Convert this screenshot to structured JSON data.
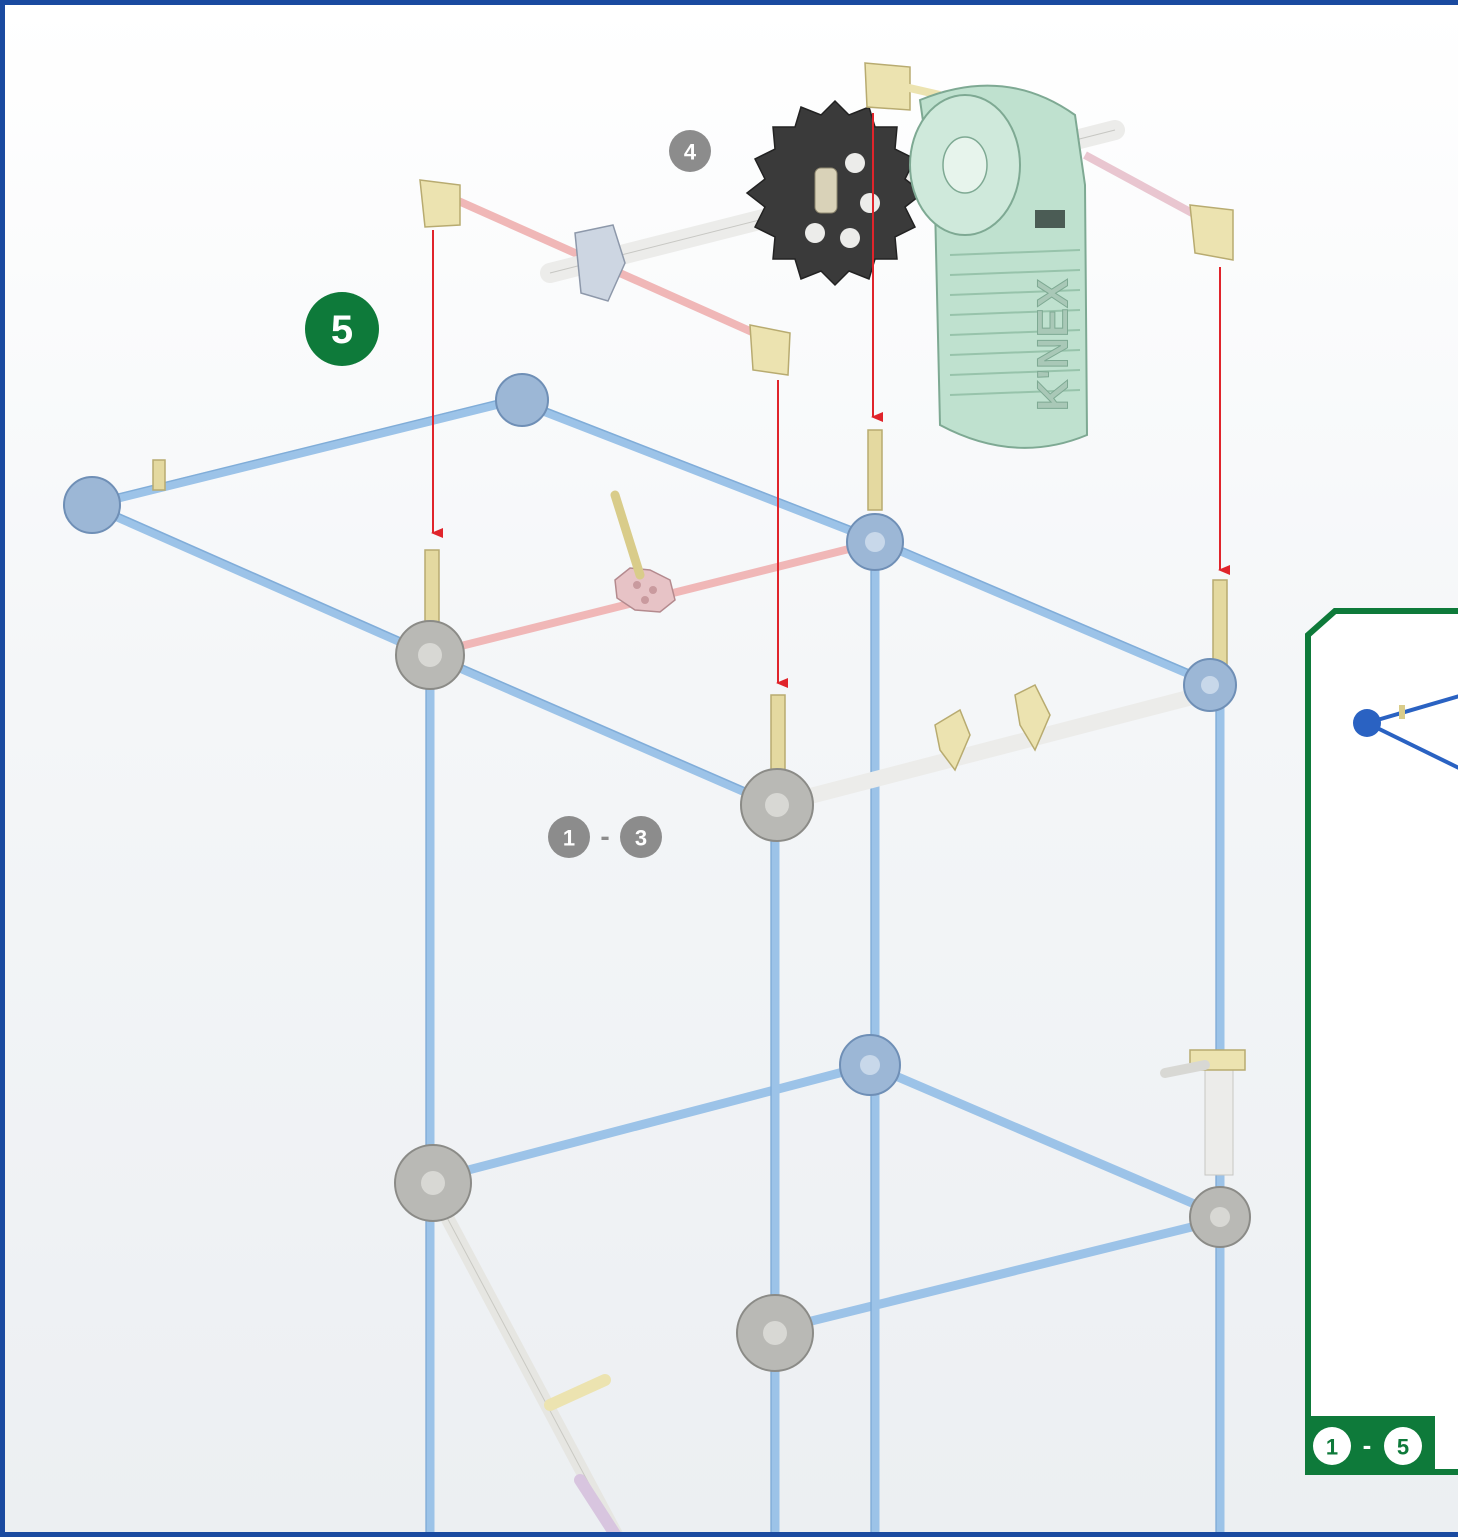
{
  "step": {
    "number": "5",
    "color": "#0e7a3a"
  },
  "subassembly_refs": {
    "top": {
      "label": "4",
      "color": "#8c8c8c"
    },
    "middle": {
      "from": "1",
      "sep": "-",
      "to": "3",
      "color": "#8c8c8c"
    }
  },
  "inset": {
    "range": {
      "from": "1",
      "sep": "-",
      "to": "5"
    },
    "border_color": "#0e7a3a"
  },
  "motor": {
    "brand": "K'NEX",
    "color": "#bfe1cf"
  },
  "colors": {
    "frame_border": "#1a4aa0",
    "blue_rod": "#9cc3e8",
    "red_rod": "#f0b7b7",
    "connector_grey": "#b9b9b5",
    "connector_tan": "#ece3b0",
    "arrow_red": "#e0242b",
    "gear_dark": "#3a3a3a"
  }
}
